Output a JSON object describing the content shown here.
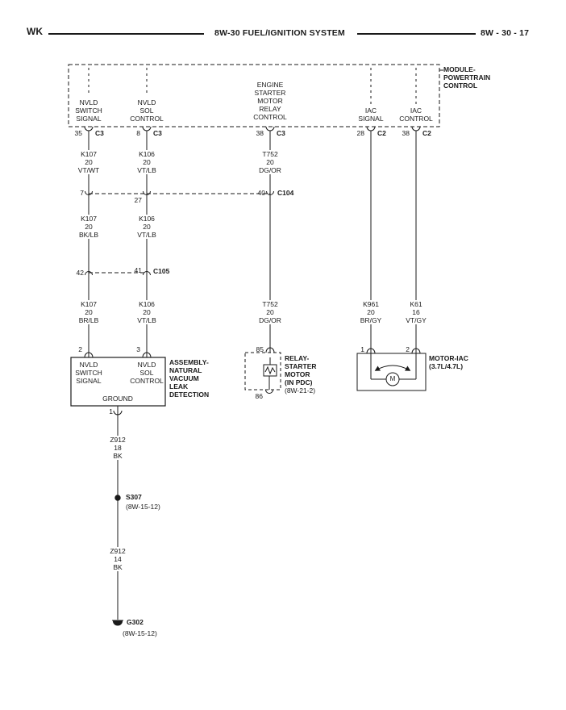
{
  "header": {
    "left": "WK",
    "title": "8W-30 FUEL/IGNITION SYSTEM",
    "right": "8W - 30 - 17"
  },
  "module": {
    "name": "MODULE-\nPOWERTRAIN\nCONTROL",
    "pins": [
      {
        "signal": "NVLD\nSWITCH\nSIGNAL",
        "pin": "35",
        "conn": "C3"
      },
      {
        "signal": "NVLD\nSOL\nCONTROL",
        "pin": "8",
        "conn": "C3"
      },
      {
        "signal": "ENGINE\nSTARTER\nMOTOR\nRELAY\nCONTROL",
        "pin": "38",
        "conn": "C3"
      },
      {
        "signal": "IAC\nSIGNAL",
        "pin": "28",
        "conn": "C2"
      },
      {
        "signal": "IAC\nCONTROL",
        "pin": "38",
        "conn": "C2"
      }
    ]
  },
  "wires": {
    "k107_a": "K107\n20\nVT/WT",
    "k107_b": "K107\n20\nBK/LB",
    "k107_c": "K107\n20\nBR/LB",
    "k106_a": "K106\n20\nVT/LB",
    "k106_b": "K106\n20\nVT/LB",
    "k106_c": "K106\n20\nVT/LB",
    "t752_a": "T752\n20\nDG/OR",
    "t752_b": "T752\n20\nDG/OR",
    "k961": "K961\n20\nBR/GY",
    "k61": "K61\n16\nVT/GY",
    "z912_a": "Z912\n18\nBK",
    "z912_b": "Z912\n14\nBK"
  },
  "inline_connectors": {
    "c104": {
      "name": "C104",
      "pin1": "7",
      "pin2": "27",
      "pin3": "40"
    },
    "c105": {
      "name": "C105",
      "pin1": "42",
      "pin2": "41"
    }
  },
  "nvld": {
    "name": "ASSEMBLY-\nNATURAL\nVACUUM\nLEAK\nDETECTION",
    "pin_switch": "2",
    "pin_sol": "3",
    "pin_ground": "1",
    "label_switch": "NVLD\nSWITCH\nSIGNAL",
    "label_sol": "NVLD\nSOL\nCONTROL",
    "label_ground": "GROUND"
  },
  "relay": {
    "name": "RELAY-\nSTARTER\nMOTOR\n(IN PDC)",
    "ref": "(8W-21-2)",
    "pin_top": "85",
    "pin_bottom": "86"
  },
  "motor": {
    "name": "MOTOR-IAC\n(3.7L/4.7L)",
    "m": "M",
    "pin_signal": "1",
    "pin_control": "2"
  },
  "splice": {
    "name": "S307",
    "ref": "(8W-15-12)"
  },
  "ground": {
    "name": "G302",
    "ref": "(8W-15-12)"
  }
}
